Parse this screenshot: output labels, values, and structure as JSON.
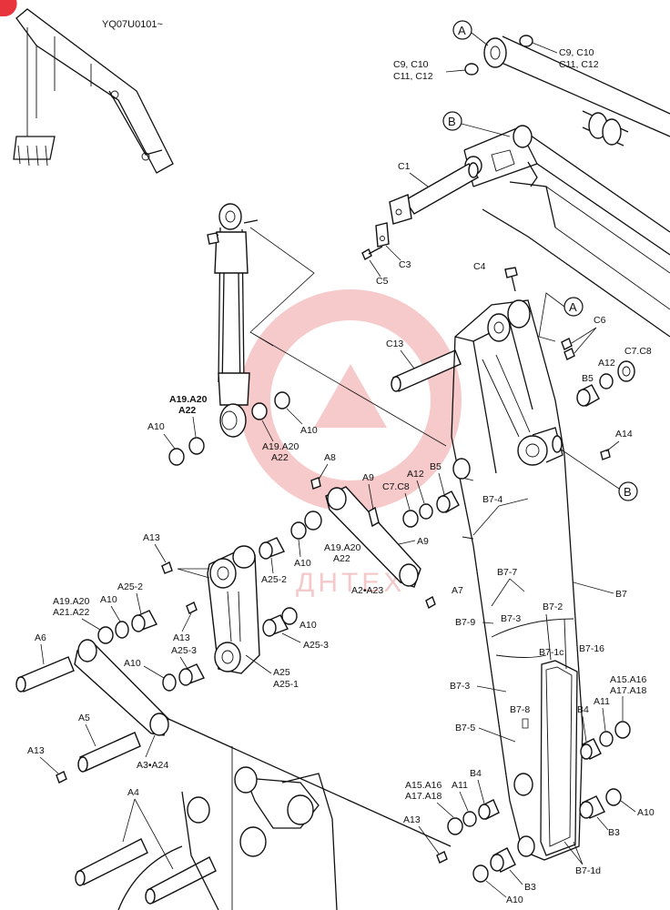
{
  "diagram": {
    "code": "YQ07U0101~",
    "watermark": "ДНТЕХ",
    "colors": {
      "ink": "#111111",
      "watermark": "#e88a8a",
      "badge": "#e8343c"
    },
    "callouts": {
      "A_top": "A",
      "B_top": "B",
      "A_right": "A",
      "B_right": "B"
    },
    "labels": {
      "c9c10_right": "C9, C10",
      "c11c12_right": "C11, C12",
      "c9c10_left": "C9, C10",
      "c11c12_left": "C11, C12",
      "c1": "C1",
      "c3": "C3",
      "c5": "C5",
      "c4": "C4",
      "c13": "C13",
      "c6": "C6",
      "c7c8_right": "C7.C8",
      "a12_right": "A12",
      "b5_right": "B5",
      "a14": "A14",
      "a19a20_left": "A19.A20",
      "a22_left": "A22",
      "a10_left": "A10",
      "a19a20_mid": "A19.A20",
      "a22_mid": "A22",
      "a10_mid": "A10",
      "a8": "A8",
      "a9_top": "A9",
      "c7c8_mid": "C7.C8",
      "a12_mid": "A12",
      "b5_mid": "B5",
      "a19a20_link": "A19.A20",
      "a22_link": "A22",
      "a10_link": "A10",
      "a9_link": "A9",
      "a2a23": "A2•A23",
      "a7": "A7",
      "a13_top": "A13",
      "a25_2_top": "A25-2",
      "a10_rod": "A10",
      "a19a20_rod": "A19.A20",
      "a21a22_rod": "A21.A22",
      "a13_mid": "A13",
      "a25_2_right": "A25-2",
      "a10_rod_right": "A10",
      "a25_3_right": "A25-3",
      "a6": "A6",
      "a25_3_left": "A25-3",
      "a10_lower": "A10",
      "a25": "A25",
      "a25_1": "A25-1",
      "a5": "A5",
      "a13_bottom": "A13",
      "a3a24": "A3•A24",
      "a4": "A4",
      "b7_4": "B7-4",
      "b7_7": "B7-7",
      "b7": "B7",
      "b7_9": "B7-9",
      "b7_3_top": "B7-3",
      "b7_2": "B7-2",
      "b7_1c": "B7-1c",
      "b7_16": "B7-16",
      "b7_3_side": "B7-3",
      "b7_8": "B7-8",
      "b7_5": "B7-5",
      "b7_1d": "B7-1d",
      "a15a16_right": "A15.A16",
      "a17a18_right": "A17.A18",
      "a11_right": "A11",
      "b4_right": "B4",
      "a10_br": "A10",
      "b3_right": "B3",
      "a15a16_left": "A15.A16",
      "a17a18_left": "A17.A18",
      "a11_left": "A11",
      "b4_left": "B4",
      "a13_br": "A13",
      "b3_bottom": "B3",
      "a10_bottom": "A10"
    }
  }
}
